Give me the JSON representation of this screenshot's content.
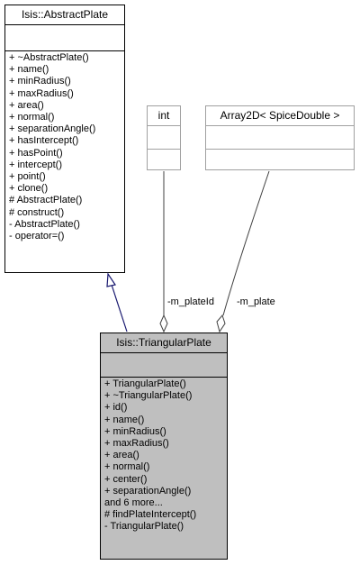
{
  "classes": {
    "abstract_plate": {
      "name": "Isis::AbstractPlate",
      "methods": [
        "+ ~AbstractPlate()",
        "+ name()",
        "+ minRadius()",
        "+ maxRadius()",
        "+ area()",
        "+ normal()",
        "+ separationAngle()",
        "+ hasIntercept()",
        "+ hasPoint()",
        "+ intercept()",
        "+ point()",
        "+ clone()",
        "# AbstractPlate()",
        "# construct()",
        "- AbstractPlate()",
        "- operator=()"
      ]
    },
    "int_type": {
      "name": "int"
    },
    "array2d": {
      "name": "Array2D< SpiceDouble >"
    },
    "triangular_plate": {
      "name": "Isis::TriangularPlate",
      "methods": [
        "+ TriangularPlate()",
        "+ ~TriangularPlate()",
        "+ id()",
        "+ name()",
        "+ minRadius()",
        "+ maxRadius()",
        "+ area()",
        "+ normal()",
        "+ center()",
        "+ separationAngle()",
        "and 6 more...",
        "# findPlateIntercept()",
        "- TriangularPlate()"
      ]
    }
  },
  "edges": {
    "plate_id_label": "-m_plateId",
    "plate_label": "-m_plate"
  },
  "colors": {
    "inheritance_arrow": "#191970",
    "association_line": "#404040",
    "highlight_fill": "#bfbfbf"
  }
}
